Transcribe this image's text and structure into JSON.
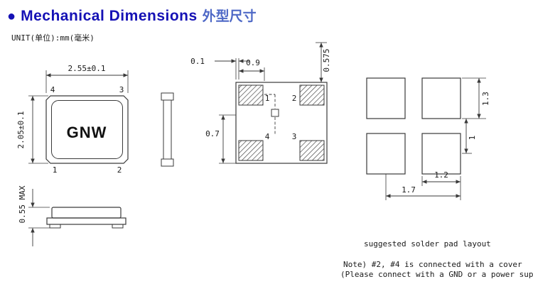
{
  "title": {
    "bullet": "●",
    "en": "Mechanical Dimensions",
    "zh": "外型尺寸"
  },
  "unit_note": "UNIT(单位):mm(毫米)",
  "colors": {
    "title_en": "#1511b5",
    "title_zh": "#4e68c6",
    "line": "#3a3a3a"
  },
  "top_view": {
    "marking": "GNW",
    "dim_width": "2.55±0.1",
    "dim_height": "2.05±0.1",
    "dim_thickness": "0.55 MAX",
    "pin_top_left": "4",
    "pin_top_right": "3",
    "pin_bottom_left": "1",
    "pin_bottom_right": "2"
  },
  "pad_view": {
    "dim_edge_gap": "0.1",
    "dim_pad_width": "0.9",
    "dim_top_offset": "0.575",
    "dim_side_offset": "0.7",
    "pin_top_left": "1",
    "pin_top_right": "2",
    "pin_bottom_left": "4",
    "pin_bottom_right": "3"
  },
  "solder_layout": {
    "caption": "suggested solder pad layout",
    "dim_pad_height": "1.3",
    "dim_gap": "1",
    "dim_pad_width": "1.2",
    "dim_pitch": "1.7"
  },
  "note": {
    "line1": "Note) #2, #4 is connected with a cover",
    "line2": "(Please connect with a GND or a power supply)"
  }
}
